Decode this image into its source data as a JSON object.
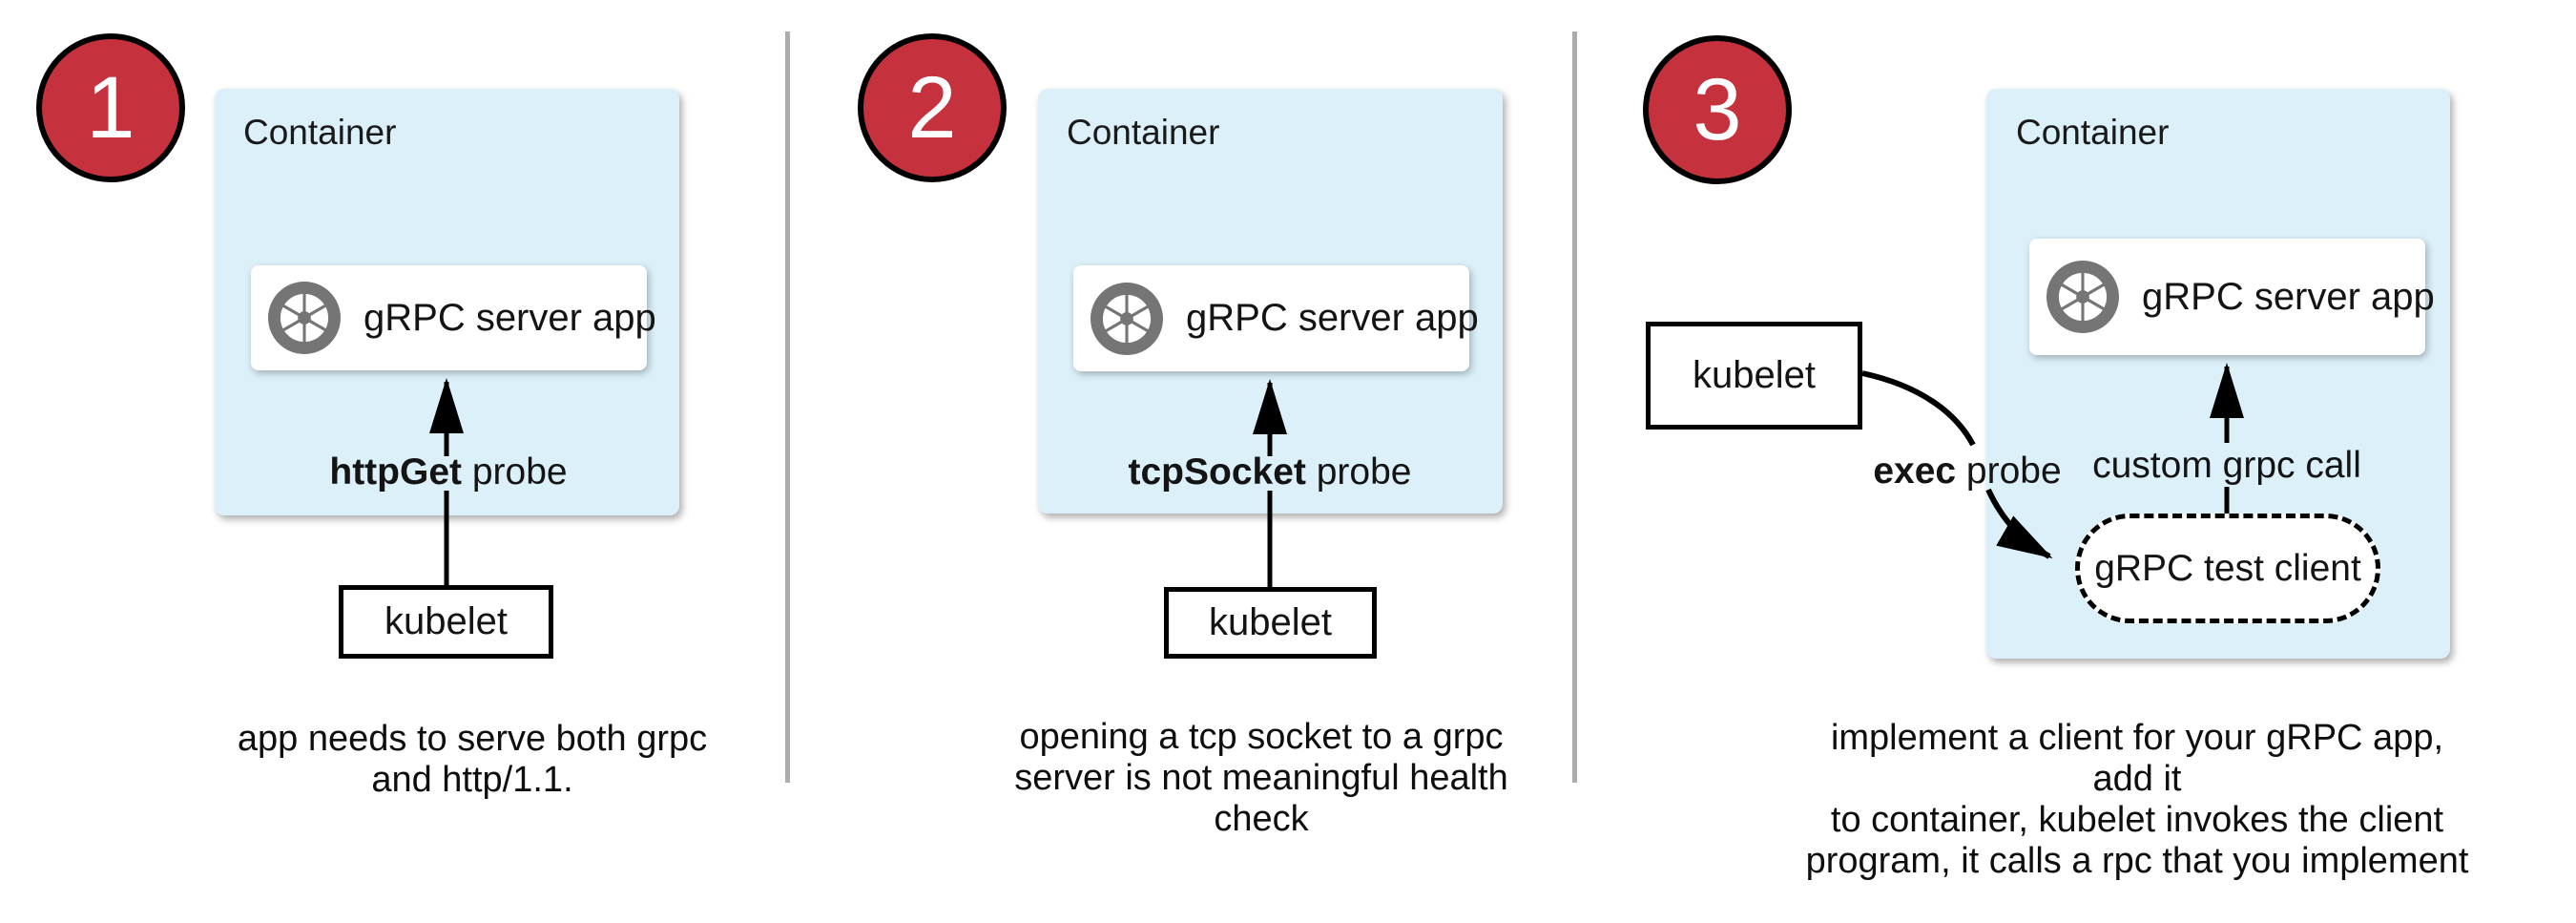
{
  "colors": {
    "badge_red": "#C5323E",
    "container_blue": "#DCF0FA",
    "icon_gray": "#757575",
    "divider_gray": "#ACACAC",
    "arrow_black": "#000000",
    "text_black": "#141414"
  },
  "icons": {
    "app_icon": "camera-aperture-icon"
  },
  "panels": [
    {
      "number": "1",
      "container_label": "Container",
      "app_label": "gRPC server app",
      "probe_bold": "httpGet",
      "probe_rest": " probe",
      "kubelet_label": "kubelet",
      "caption_lines": [
        "app needs to serve both grpc",
        "and http/1.1."
      ]
    },
    {
      "number": "2",
      "container_label": "Container",
      "app_label": "gRPC server app",
      "probe_bold": "tcpSocket",
      "probe_rest": " probe",
      "kubelet_label": "kubelet",
      "caption_lines": [
        "opening a tcp socket to a grpc",
        "server is not meaningful health",
        "check"
      ]
    },
    {
      "number": "3",
      "container_label": "Container",
      "app_label": "gRPC server app",
      "probe_bold": "exec",
      "probe_rest": " probe",
      "kubelet_label": "kubelet",
      "custom_call_label": "custom grpc call",
      "test_client_label": "gRPC test client",
      "caption_lines": [
        "implement a client for your gRPC app, add it",
        "to container, kubelet invokes the client",
        "program, it calls a rpc that you implement"
      ]
    }
  ]
}
